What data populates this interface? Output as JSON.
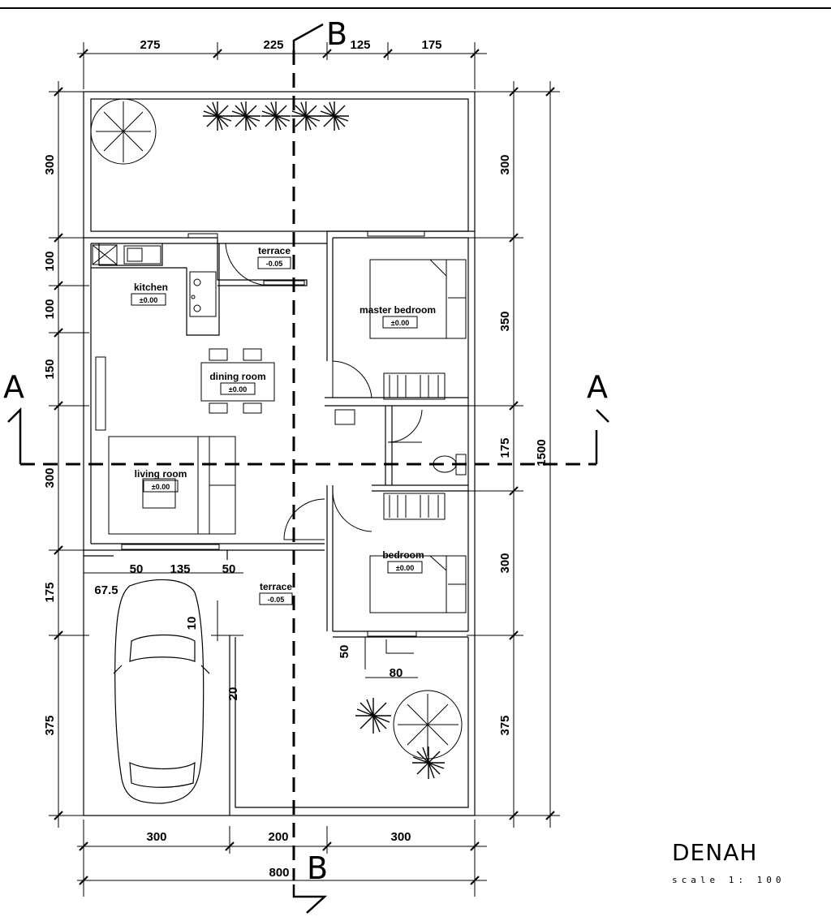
{
  "title": "DENAH",
  "scale": "scale 1: 100",
  "section_markers": {
    "a_left": "A",
    "a_right": "A",
    "b_top": "B",
    "b_bottom": "B"
  },
  "dims_top": [
    "275",
    "225",
    "125",
    "175"
  ],
  "dims_bottom": [
    "300",
    "200",
    "300"
  ],
  "dim_bottom_total": "800",
  "dims_left": [
    "300",
    "100",
    "100",
    "150",
    "300",
    "175",
    "375"
  ],
  "dims_right": [
    "300",
    "350",
    "175",
    "300",
    "375"
  ],
  "dim_right_total": "1500",
  "dims_detail": {
    "d50a": "50",
    "d135": "135",
    "d50b": "50",
    "d67": "67.5",
    "d10": "10",
    "d20": "20",
    "d50c": "50",
    "d80": "80"
  },
  "rooms": {
    "kitchen": {
      "name": "kitchen",
      "level": "±0.00"
    },
    "terrace_top": {
      "name": "terrace",
      "level": "-0.05"
    },
    "master_bedroom": {
      "name": "master bedroom",
      "level": "±0.00"
    },
    "dining_room": {
      "name": "dining room",
      "level": "±0.00"
    },
    "living_room": {
      "name": "living room",
      "level": "±0.00"
    },
    "bedroom": {
      "name": "bedroom",
      "level": "±0.00"
    },
    "terrace_bottom": {
      "name": "terrace",
      "level": "-0.05"
    }
  }
}
